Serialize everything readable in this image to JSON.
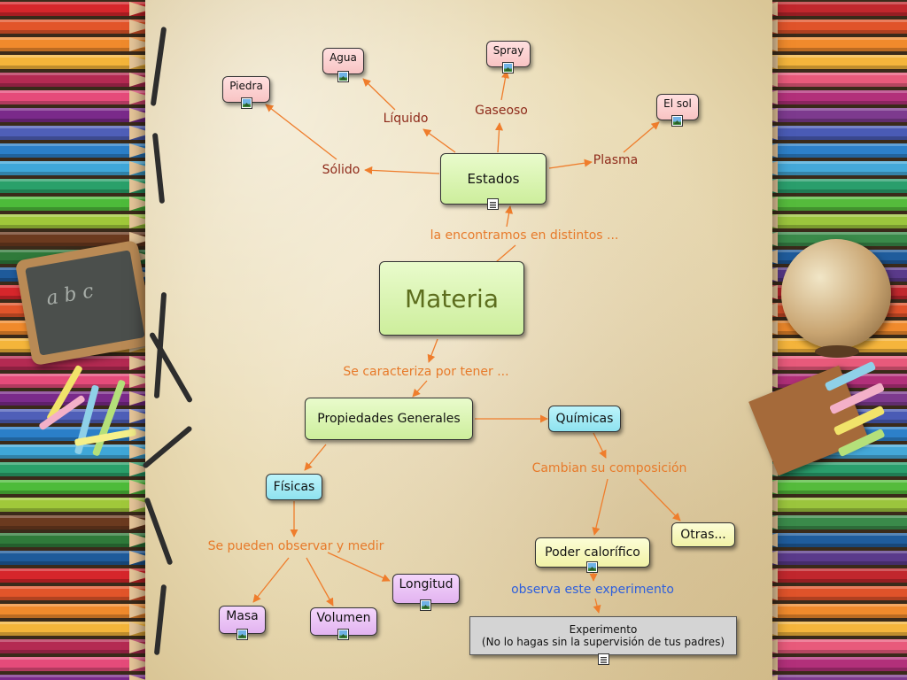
{
  "colors": {
    "arrow": "#ef7d2c",
    "label_orange": "#e77a2a",
    "label_red": "#8e2a1a",
    "label_blue": "#2e5fdc",
    "pencils_left": [
      "#d6262b",
      "#e2552a",
      "#f08a2c",
      "#f4b53a",
      "#b42a52",
      "#e54b7a",
      "#7a2a8a",
      "#4f5fb8",
      "#2b7fc8",
      "#3fa7d8",
      "#2aa06a",
      "#4dbb3a",
      "#a0c83a",
      "#6b3a1f",
      "#2f7a3a",
      "#1e5a9a"
    ],
    "pencils_right": [
      "#c1272d",
      "#e0532a",
      "#f08a2c",
      "#f5b53c",
      "#e85a7b",
      "#b2307a",
      "#7d3a8e",
      "#4a5bb5",
      "#2d80c9",
      "#44a8d8",
      "#2a9e6c",
      "#55bb3c",
      "#9bc53d",
      "#3a8a4a",
      "#1f5c9c",
      "#5a3a8a"
    ]
  },
  "nodes": {
    "materia": "Materia",
    "estados": "Estados",
    "propiedades": "Propiedades Generales",
    "quimicas": "Químicas",
    "fisicas": "Físicas",
    "poder": "Poder calorífico",
    "otras": "Otras...",
    "experimento_line1": "Experimento",
    "experimento_line2": "(No lo hagas sin la supervisión de tus padres)",
    "piedra": "Piedra",
    "agua": "Agua",
    "spray": "Spray",
    "el_sol": "El sol",
    "masa": "Masa",
    "volumen": "Volumen",
    "longitud": "Longitud"
  },
  "labels": {
    "encontramos": "la encontramos en distintos ...",
    "caracteriza": "Se caracteriza por tener ...",
    "solido": "Sólido",
    "liquido": "Líquido",
    "gaseoso": "Gaseoso",
    "plasma": "Plasma",
    "cambian": "Cambian su composición",
    "observar": "Se pueden observar y medir",
    "observa": "observa este experimento"
  },
  "icons": {
    "image": "image-icon",
    "document": "document-icon"
  },
  "slate": {
    "text": "a b c"
  }
}
